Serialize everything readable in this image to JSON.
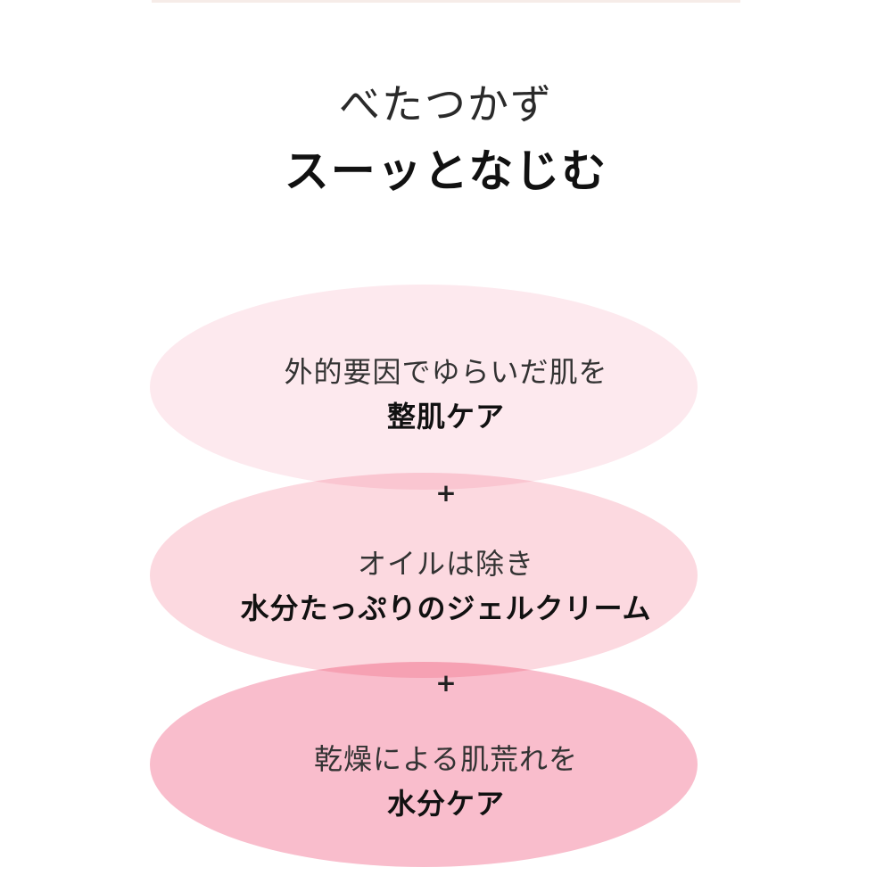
{
  "headline": {
    "line1": "べたつかず",
    "line2": "スーッとなじむ"
  },
  "colors": {
    "ellipse_1": "#fde9ee",
    "ellipse_2": "#fcd9e0",
    "ellipse_3": "#f9bdcc",
    "top_rule": "#f6ece8"
  },
  "features": [
    {
      "line1": "外的要因でゆらいだ肌を",
      "line2": "整肌ケア"
    },
    {
      "line1": "オイルは除き",
      "line2": "水分たっぷりのジェルクリーム"
    },
    {
      "line1": "乾燥による肌荒れを",
      "line2": "水分ケア"
    }
  ],
  "connectors": [
    "+",
    "+"
  ]
}
